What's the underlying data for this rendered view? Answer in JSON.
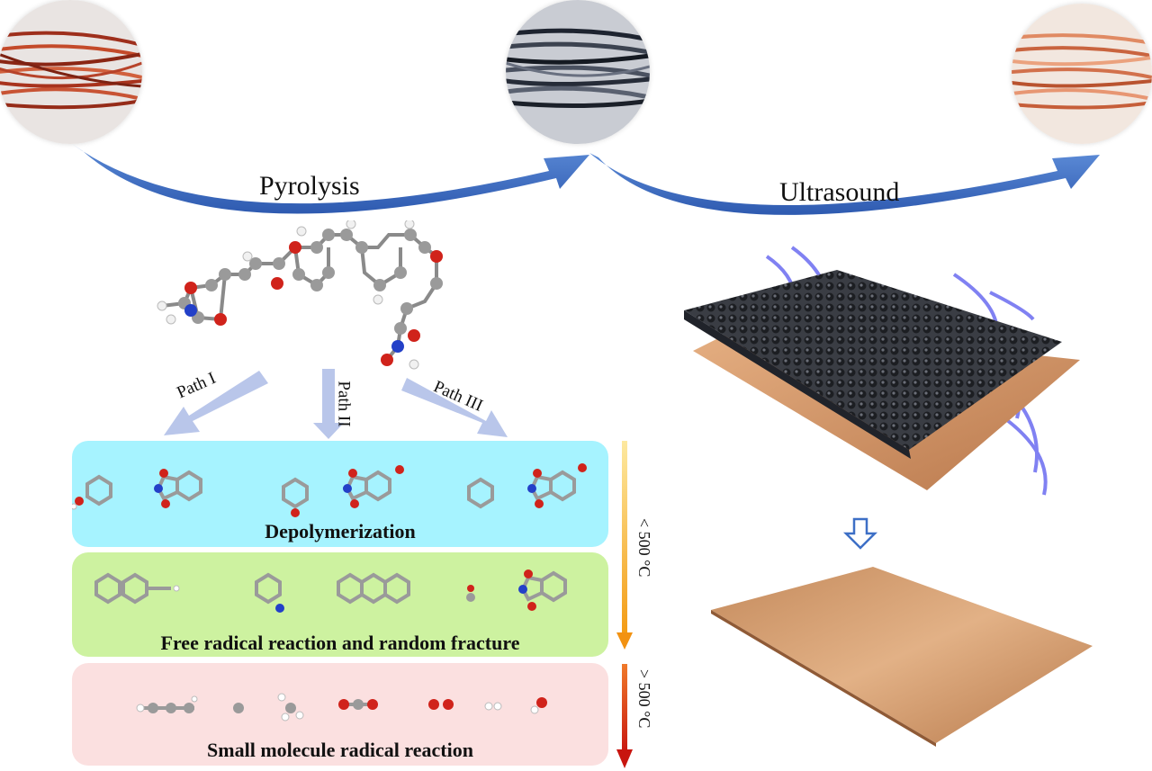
{
  "process": {
    "step1_label": "Pyrolysis",
    "step2_label": "Ultrasound"
  },
  "paths": {
    "path1": "Path I",
    "path2": "Path II",
    "path3": "Path III"
  },
  "bands": {
    "band1_title": "Depolymerization",
    "band2_title": "Free radical reaction and random fracture",
    "band3_title": "Small molecule radical reaction"
  },
  "temperatures": {
    "below": "< 500 °C",
    "above": "> 500 °C"
  },
  "colors": {
    "arrow_blue": "#3d6fc6",
    "band1": "#a6f3ff",
    "band2": "#cdf2a0",
    "band3": "#fbe0e0",
    "carbon": "#9a9a9a",
    "oxygen": "#d0231b",
    "nitrogen": "#2340c8",
    "hydrogen": "#f1f1f1",
    "copper": "#c98a5a"
  }
}
